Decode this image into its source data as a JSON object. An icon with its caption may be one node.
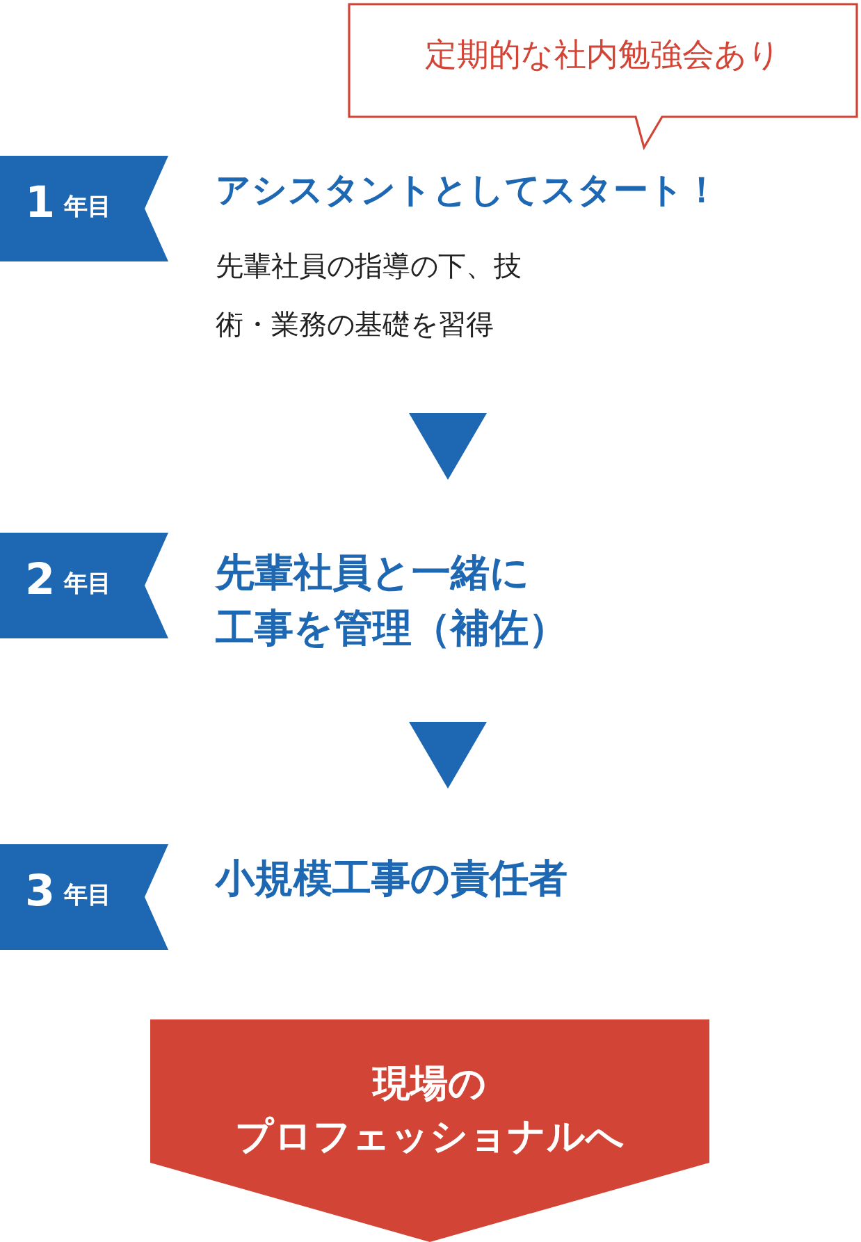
{
  "diagram": {
    "nodes": [
      {
        "text": [
          "定期的な社内勉強会あり"
        ]
      },
      {
        "text": [
          "1",
          "年目"
        ]
      },
      {
        "text": [
          "アシスタントとしてスタート！",
          "先輩社員の指導の下、技術・業務の基礎を習得"
        ]
      },
      {
        "text": [
          "2",
          "年目"
        ]
      },
      {
        "text": [
          "先輩社員と一緒に工事を管理（補佐）"
        ]
      },
      {
        "text": [
          "3",
          "年目"
        ]
      },
      {
        "text": [
          "小規模工事の責任者"
        ]
      },
      {
        "text": [
          "現場の",
          "プロフェッショナルへ"
        ]
      }
    ],
    "edges": [
      {
        "from": 2,
        "to": 4,
        "arrow": "to"
      },
      {
        "from": 4,
        "to": 6,
        "arrow": "to"
      }
    ]
  }
}
